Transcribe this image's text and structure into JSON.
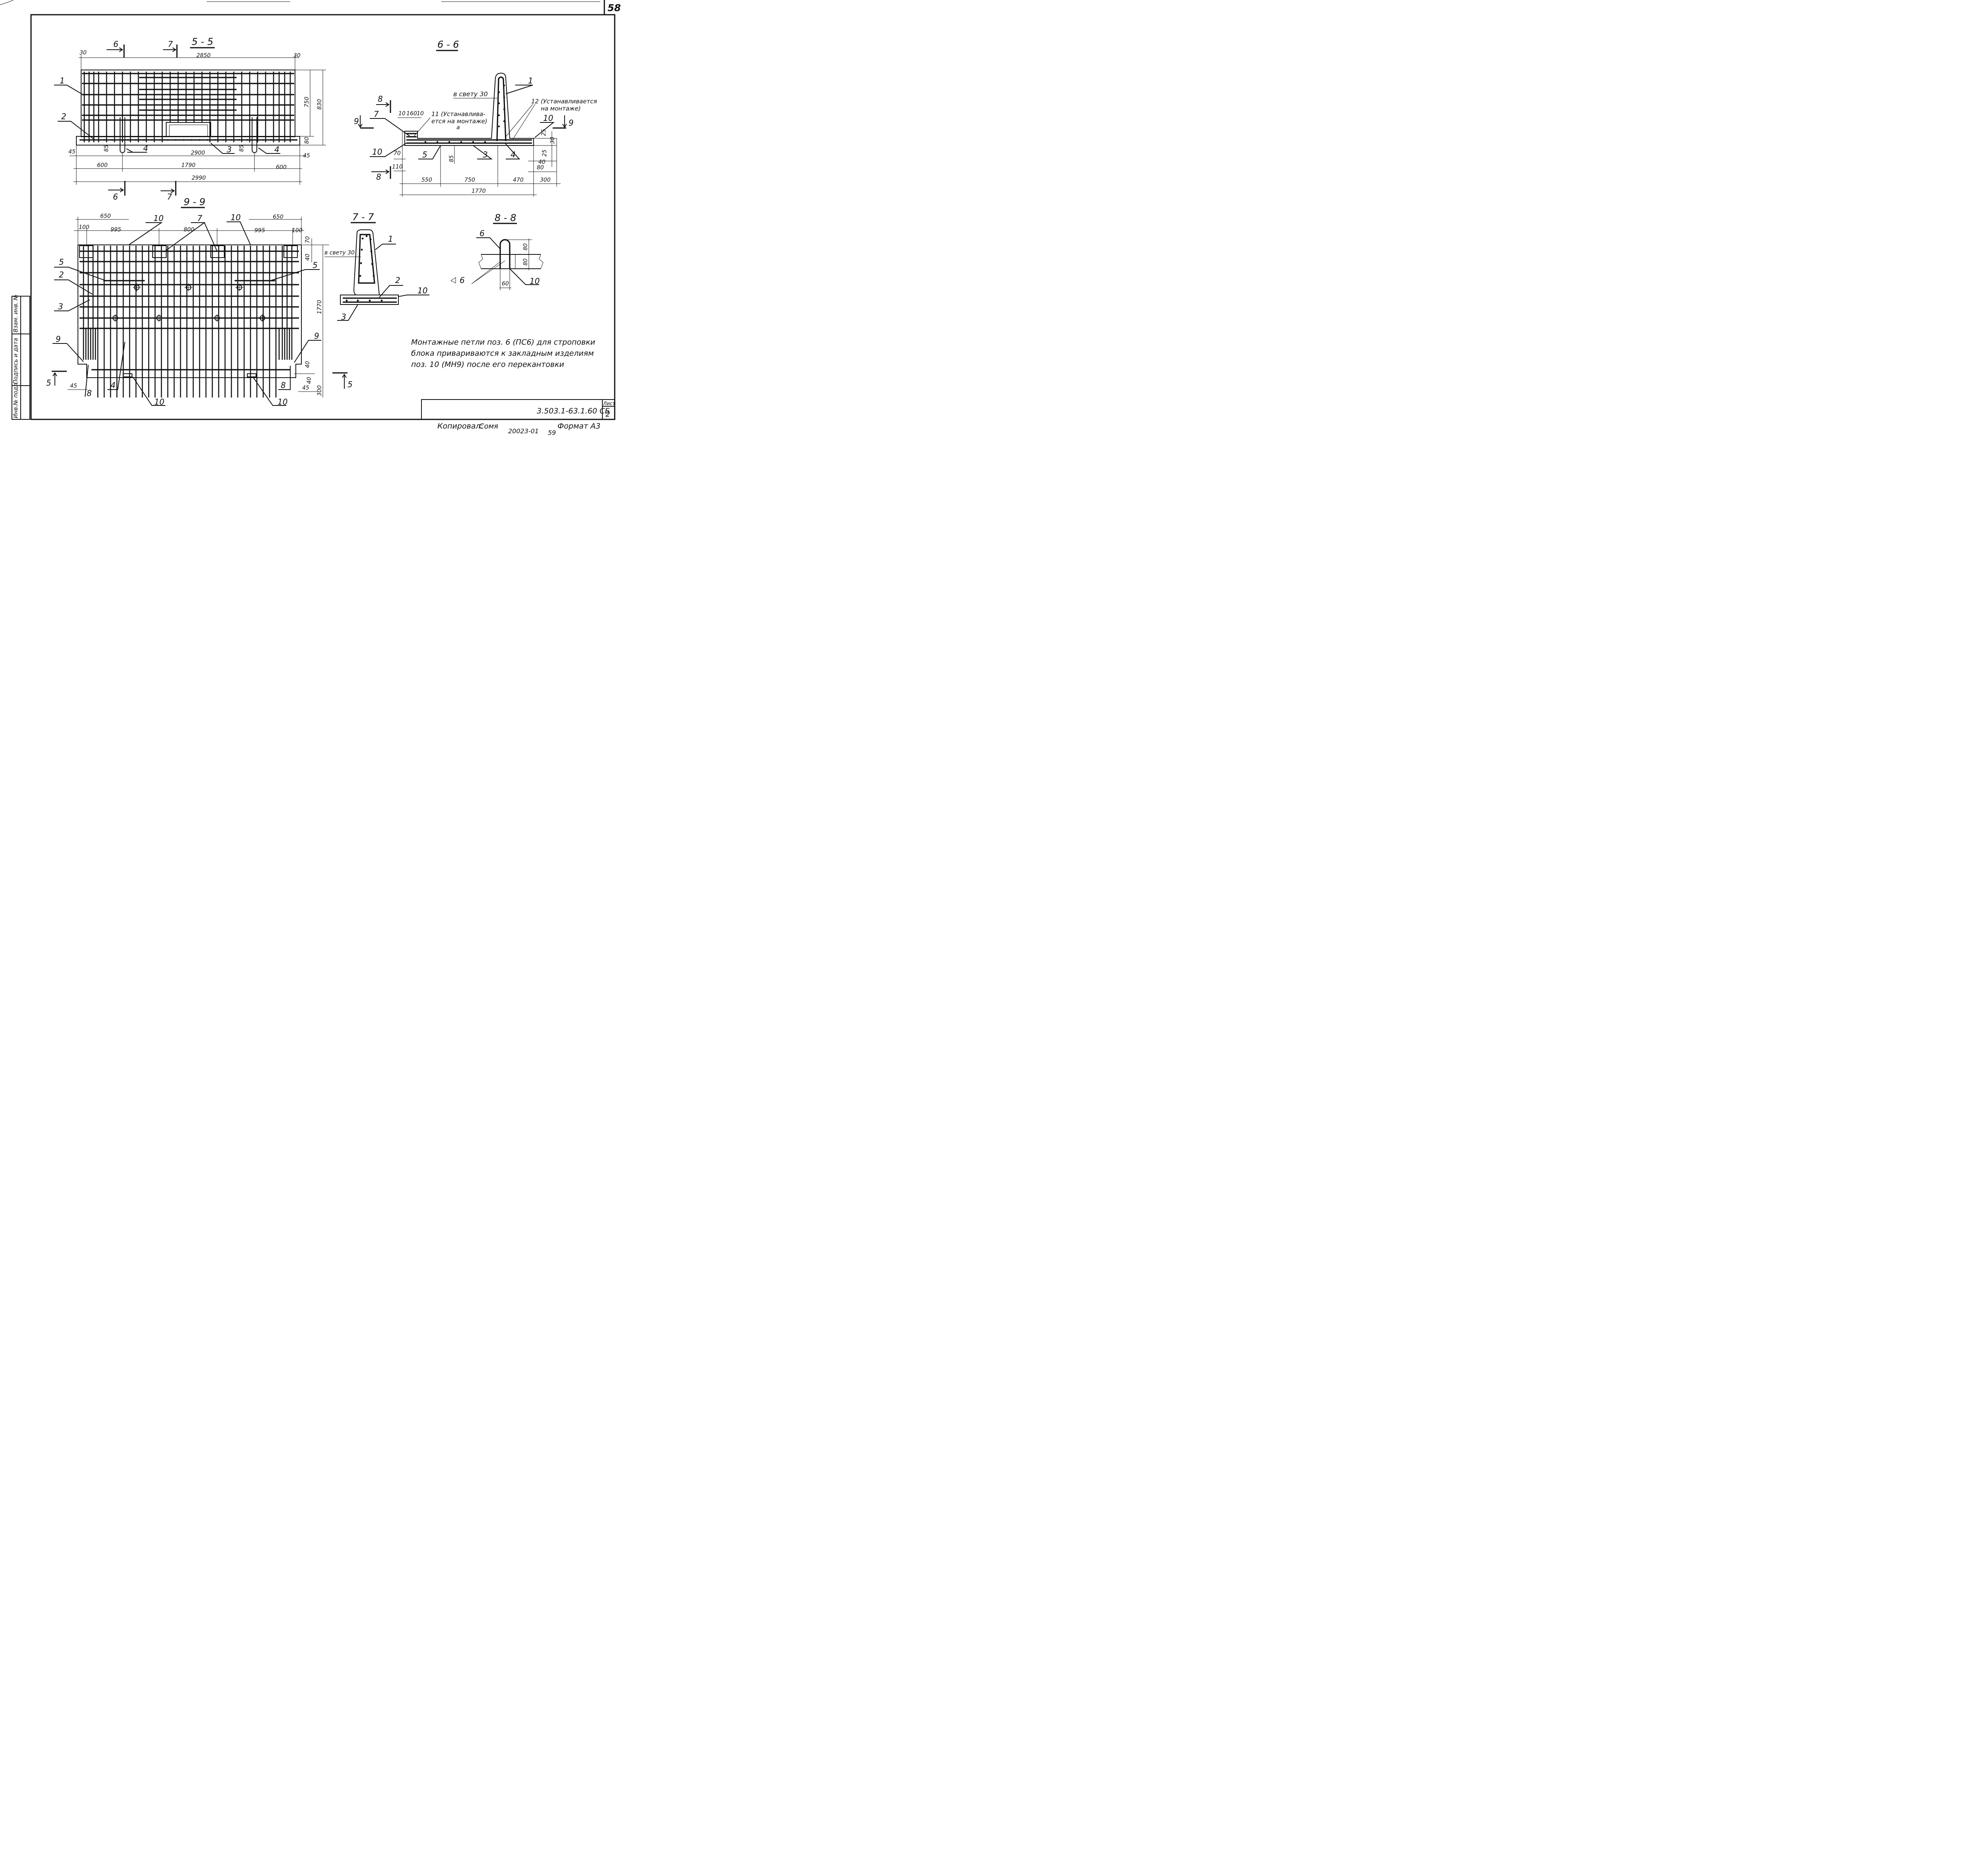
{
  "sheet": {
    "page_number": "58",
    "document_code": "3.503.1-63.1.60 СБ",
    "sheet_label": "Лист",
    "sheet_no": "2",
    "copied_by": "Копировал:",
    "copied_sign": "Сомя",
    "copy_code": "20023-01",
    "copy_num": "59",
    "format": "Формат А3"
  },
  "stamp": {
    "inv_podl": "Инв.№ подл.",
    "podpis_data": "Подпись и дата",
    "vzam_inv": "Взам. инв. №"
  },
  "sections": {
    "s55": "5 - 5",
    "s66": "6 - 6",
    "s77": "7 - 7",
    "s88": "8 - 8",
    "s99": "9 - 9"
  },
  "view55": {
    "dims": {
      "d30a": "30",
      "d2850": "2850",
      "d30b": "30",
      "d750": "750",
      "d830": "830",
      "d80": "80",
      "d45a": "45",
      "d85a": "85",
      "d2900": "2900",
      "d85b": "85",
      "d45b": "45",
      "d600a": "600",
      "d1790": "1790",
      "d600b": "600",
      "d2990": "2990"
    },
    "cuts": {
      "c6": "6",
      "c7": "7"
    },
    "pos": {
      "p1": "1",
      "p2": "2",
      "p3": "3",
      "p4a": "4",
      "p4b": "4"
    }
  },
  "view66": {
    "dims": {
      "d10a": "10",
      "d160": "160",
      "d10b": "10",
      "d25a": "25",
      "d30": "30",
      "d25b": "25",
      "d40": "40",
      "d80": "80",
      "d70": "70",
      "d110": "110",
      "d85": "85",
      "d550": "550",
      "d750": "750",
      "d470": "470",
      "d300": "300",
      "d1770": "1770",
      "a": "а"
    },
    "notes": {
      "svetu": "в свету 30",
      "n11a": "11 (Устанавлива-",
      "n11b": "ется на монтаже)",
      "n12a": "12 (Устанавливается",
      "n12b": "на монтаже)"
    },
    "cuts": {
      "c8a": "8",
      "c8b": "8",
      "c9a": "9",
      "c9b": "9"
    },
    "pos": {
      "p1": "1",
      "p3": "3",
      "p4": "4",
      "p5": "5",
      "p7": "7",
      "p10a": "10",
      "p10b": "10"
    }
  },
  "view99": {
    "dims": {
      "d650a": "650",
      "d650b": "650",
      "d100a": "100",
      "d995a": "995",
      "d800": "800",
      "d995b": "995",
      "d100b": "100",
      "d70": "70",
      "d40a": "40",
      "d1770": "1770",
      "d40b": "40",
      "d45a": "45",
      "d40c": "40",
      "d45b": "45",
      "d300": "300"
    },
    "cuts": {
      "c5a": "5",
      "c5b": "5"
    },
    "pos": {
      "p10a": "10",
      "p7": "7",
      "p10b": "10",
      "p5a": "5",
      "p5b": "5",
      "p2": "2",
      "p3": "3",
      "p9a": "9",
      "p9b": "9",
      "p4": "4",
      "p8a": "8",
      "p8b": "8",
      "p10c": "10",
      "p10d": "10"
    }
  },
  "view77": {
    "svetu": "в свету 30",
    "pos": {
      "p1": "1",
      "p2": "2",
      "p3": "3",
      "p10": "10"
    }
  },
  "view88": {
    "dims": {
      "d80a": "80",
      "d80b": "80",
      "d60": "60"
    },
    "pos": {
      "p6a": "6",
      "p6b": "6",
      "p10": "10"
    }
  },
  "note": {
    "line1": "Монтажные петли поз. 6 (ПС6) для строповки",
    "line2": "блока привариваются к закладным изделиям",
    "line3": "поз. 10 (МН9) после его перекантовки"
  }
}
